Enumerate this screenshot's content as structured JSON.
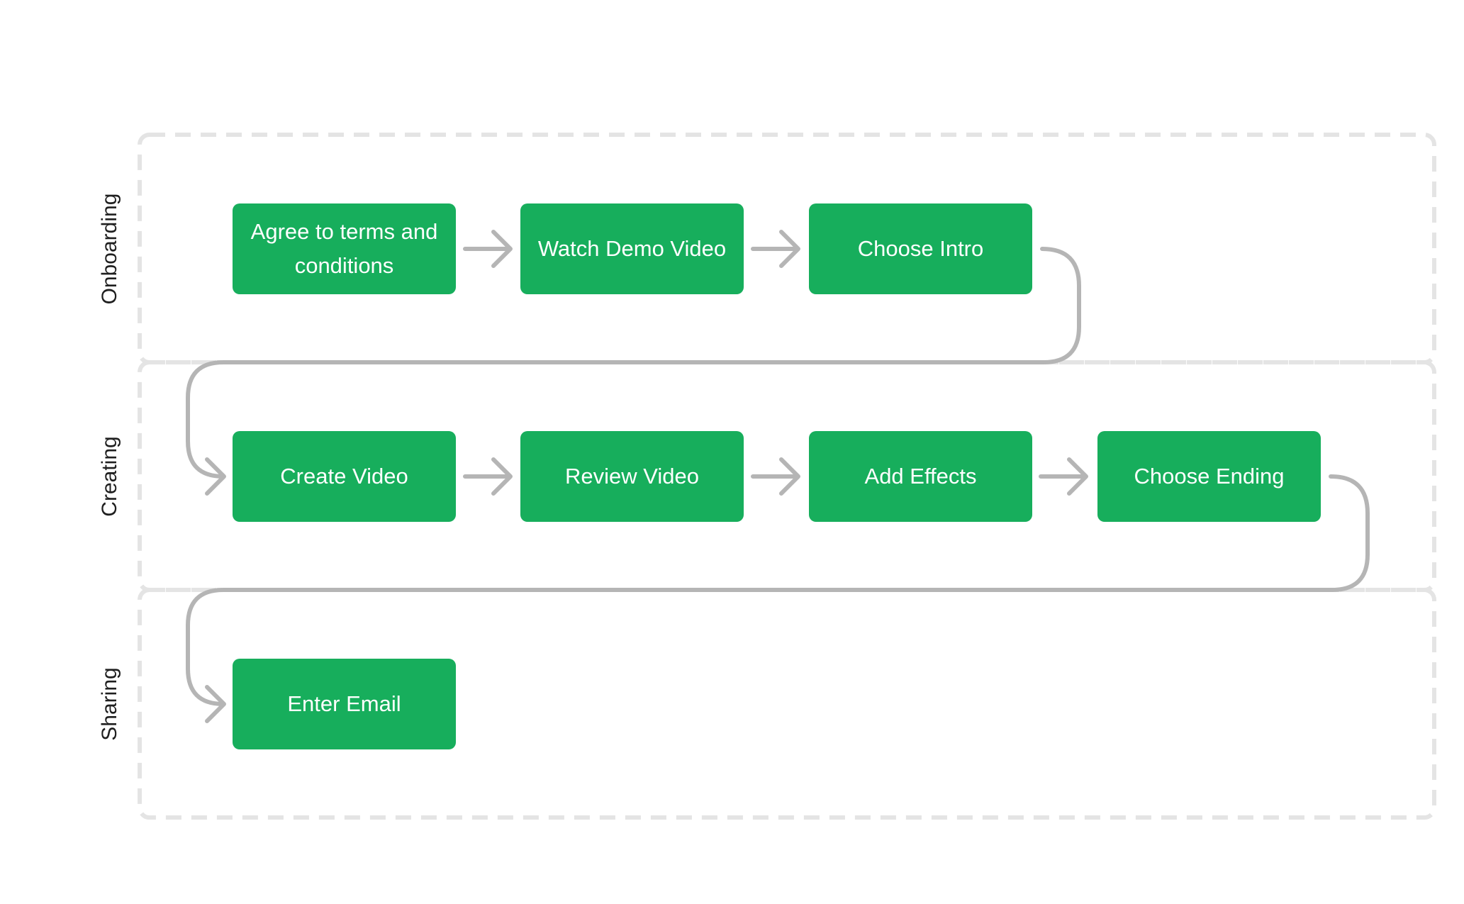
{
  "lanes": [
    {
      "label": "Onboarding"
    },
    {
      "label": "Creating"
    },
    {
      "label": "Sharing"
    }
  ],
  "steps": [
    {
      "label": "Agree to terms and conditions"
    },
    {
      "label": "Watch Demo Video"
    },
    {
      "label": "Choose Intro"
    },
    {
      "label": "Create Video"
    },
    {
      "label": "Review Video"
    },
    {
      "label": "Add Effects"
    },
    {
      "label": "Choose Ending"
    },
    {
      "label": "Enter Email"
    }
  ],
  "colors": {
    "step_fill": "#17ae5c",
    "step_text": "#ffffff",
    "connector": "#b5b5b5",
    "lane_border": "#e4e4e4"
  }
}
